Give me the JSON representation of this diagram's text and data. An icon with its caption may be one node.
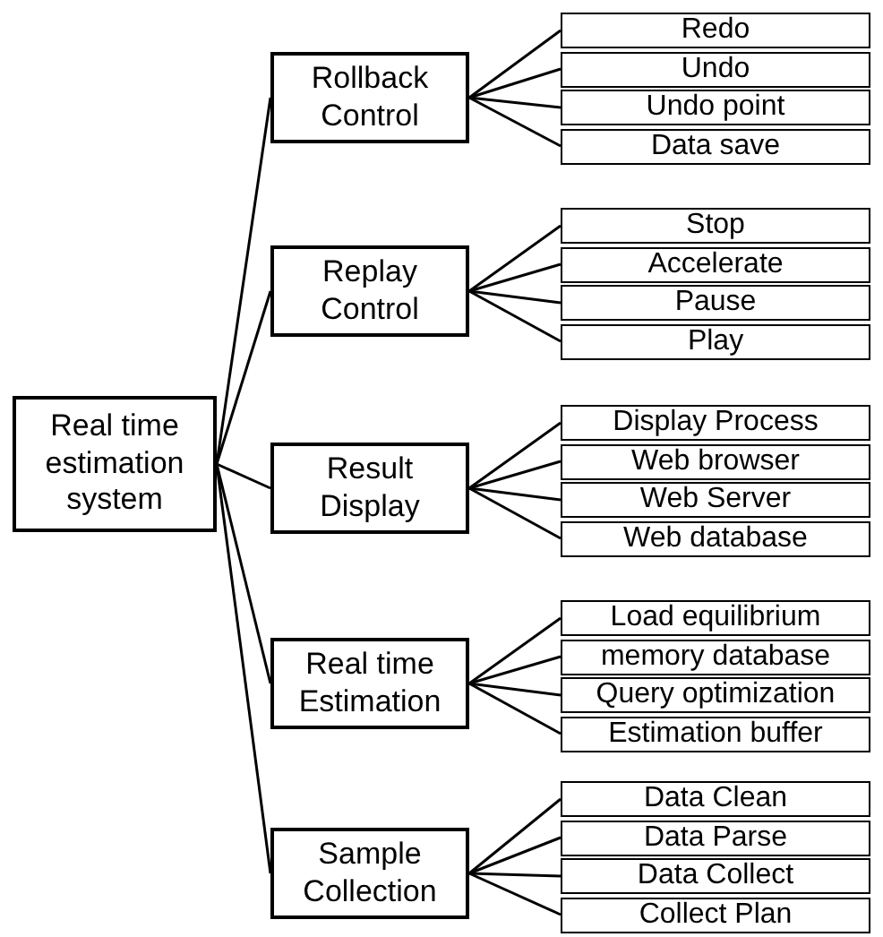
{
  "diagram": {
    "nodes": [
      {
        "text": [
          "Real time estimation system"
        ]
      },
      {
        "text": [
          "Rollback Control"
        ]
      },
      {
        "text": [
          "Redo"
        ]
      },
      {
        "text": [
          "Undo"
        ]
      },
      {
        "text": [
          "Undo point"
        ]
      },
      {
        "text": [
          "Data save"
        ]
      },
      {
        "text": [
          "Replay Control"
        ]
      },
      {
        "text": [
          "Stop"
        ]
      },
      {
        "text": [
          "Accelerate"
        ]
      },
      {
        "text": [
          "Pause"
        ]
      },
      {
        "text": [
          "Play"
        ]
      },
      {
        "text": [
          "Result Display"
        ]
      },
      {
        "text": [
          "Display Process"
        ]
      },
      {
        "text": [
          "Web browser"
        ]
      },
      {
        "text": [
          "Web Server"
        ]
      },
      {
        "text": [
          "Web database"
        ]
      },
      {
        "text": [
          "Real time Estimation"
        ]
      },
      {
        "text": [
          "Load equilibrium"
        ]
      },
      {
        "text": [
          "memory database"
        ]
      },
      {
        "text": [
          "Query optimization"
        ]
      },
      {
        "text": [
          "Estimation buffer"
        ]
      },
      {
        "text": [
          "Sample Collection"
        ]
      },
      {
        "text": [
          "Data Clean"
        ]
      },
      {
        "text": [
          "Data Parse"
        ]
      },
      {
        "text": [
          "Data Collect"
        ]
      },
      {
        "text": [
          "Collect Plan"
        ]
      }
    ],
    "edges": [
      {
        "from": 0,
        "to": 1,
        "arrow": "none"
      },
      {
        "from": 0,
        "to": 6,
        "arrow": "none"
      },
      {
        "from": 0,
        "to": 11,
        "arrow": "none"
      },
      {
        "from": 0,
        "to": 16,
        "arrow": "none"
      },
      {
        "from": 0,
        "to": 21,
        "arrow": "none"
      },
      {
        "from": 1,
        "to": 2,
        "arrow": "none"
      },
      {
        "from": 1,
        "to": 3,
        "arrow": "none"
      },
      {
        "from": 1,
        "to": 4,
        "arrow": "none"
      },
      {
        "from": 1,
        "to": 5,
        "arrow": "none"
      },
      {
        "from": 6,
        "to": 7,
        "arrow": "none"
      },
      {
        "from": 6,
        "to": 8,
        "arrow": "none"
      },
      {
        "from": 6,
        "to": 9,
        "arrow": "none"
      },
      {
        "from": 6,
        "to": 10,
        "arrow": "none"
      },
      {
        "from": 11,
        "to": 12,
        "arrow": "none"
      },
      {
        "from": 11,
        "to": 13,
        "arrow": "none"
      },
      {
        "from": 11,
        "to": 14,
        "arrow": "none"
      },
      {
        "from": 11,
        "to": 15,
        "arrow": "none"
      },
      {
        "from": 16,
        "to": 17,
        "arrow": "none"
      },
      {
        "from": 16,
        "to": 18,
        "arrow": "none"
      },
      {
        "from": 16,
        "to": 19,
        "arrow": "none"
      },
      {
        "from": 16,
        "to": 20,
        "arrow": "none"
      },
      {
        "from": 21,
        "to": 22,
        "arrow": "none"
      },
      {
        "from": 21,
        "to": 23,
        "arrow": "none"
      },
      {
        "from": 21,
        "to": 24,
        "arrow": "none"
      },
      {
        "from": 21,
        "to": 25,
        "arrow": "none"
      }
    ]
  }
}
